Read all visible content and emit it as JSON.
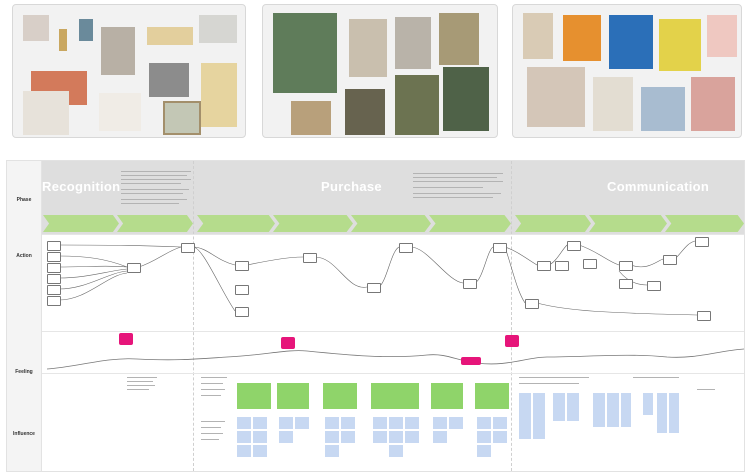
{
  "phases": [
    {
      "title": "Recognition"
    },
    {
      "title": "Purchase"
    },
    {
      "title": "Communication"
    }
  ],
  "rows": {
    "phase": "Phase",
    "action": "Action",
    "feeling": "Feeling",
    "influence": "Influence"
  },
  "colors": {
    "step_green": "#b5dc8c",
    "accent_pink": "#e6157a",
    "note_green": "#8fd46a",
    "note_blue": "#c7d8f2"
  }
}
